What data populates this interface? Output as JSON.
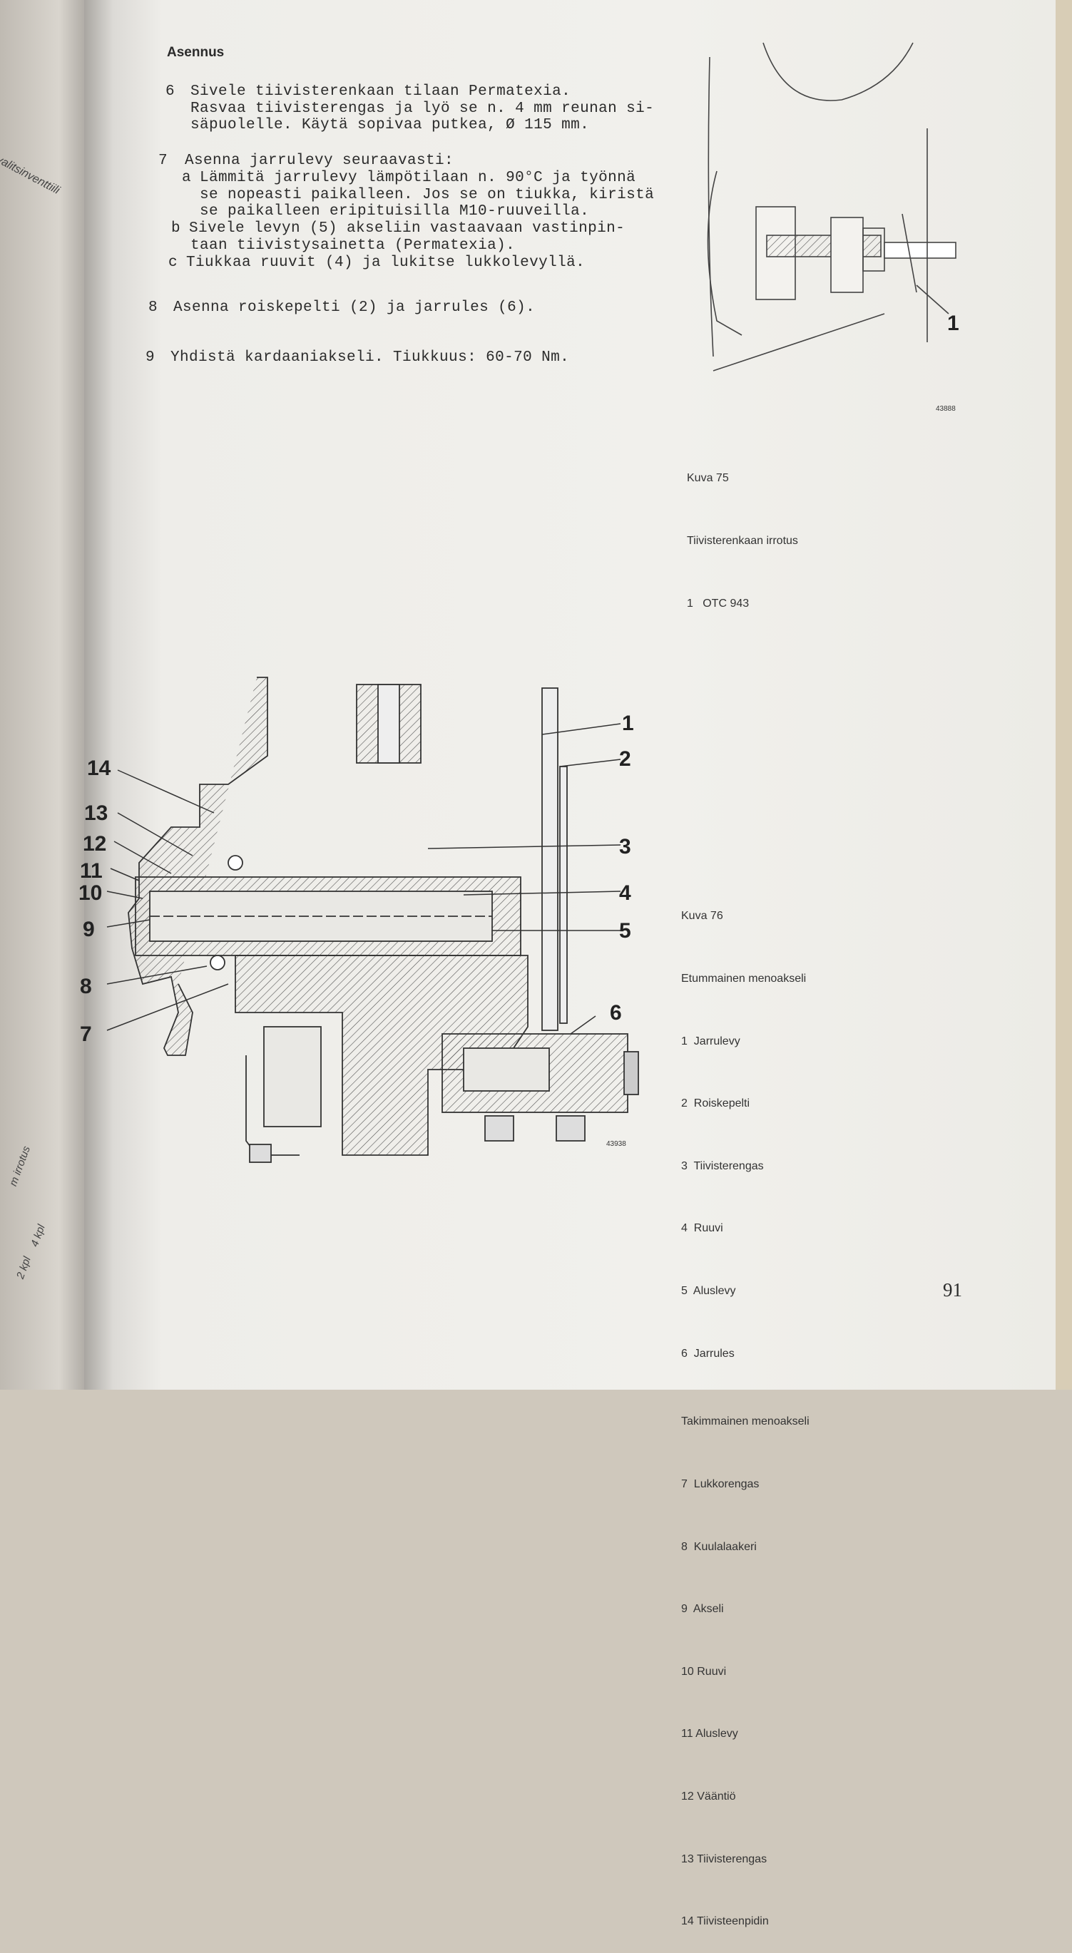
{
  "left_page": {
    "handwriting": [
      "valitsinventtiili",
      "m irrotus",
      "4 kpl",
      "2 kpl"
    ]
  },
  "section_heading": "Asennus",
  "steps": [
    {
      "num": "6",
      "lines": [
        "Sivele tiivisterenkaan tilaan Permatexia.",
        "Rasvaa tiivisterengas ja lyö se n. 4 mm reunan si-",
        "säpuolelle. Käytä sopivaa putkea, Ø 115 mm."
      ]
    },
    {
      "num": "7",
      "lines": [
        "Asenna jarrulevy seuraavasti:"
      ],
      "sub": [
        {
          "letter": "a",
          "lines": [
            "Lämmitä jarrulevy lämpötilaan n. 90°C ja työnnä",
            "se nopeasti paikalleen. Jos se on tiukka, kiristä",
            "se paikalleen eripituisilla M10-ruuveilla."
          ]
        },
        {
          "letter": "b",
          "lines": [
            "Sivele levyn (5) akseliin vastaavaan vastinpin-",
            "taan tiivistysainetta (Permatexia)."
          ]
        },
        {
          "letter": "c",
          "lines": [
            "Tiukkaa ruuvit (4) ja lukitse lukkolevyllä."
          ]
        }
      ]
    },
    {
      "num": "8",
      "lines": [
        "Asenna roiskepelti (2) ja jarrules (6)."
      ]
    },
    {
      "num": "9",
      "lines": [
        "Yhdistä kardaaniakseli. Tiukkuus: 60-70 Nm."
      ]
    }
  ],
  "figure75": {
    "callout": "1",
    "ref": "43888",
    "caption": [
      "Kuva 75",
      "Tiivisterenkaan irrotus",
      "1   OTC 943"
    ]
  },
  "figure76": {
    "ref": "43938",
    "callouts": [
      "1",
      "2",
      "3",
      "4",
      "5",
      "6",
      "7",
      "8",
      "9",
      "10",
      "11",
      "12",
      "13",
      "14"
    ],
    "title": "Kuva 76",
    "front_heading": "Etummainen menoakseli",
    "front_items": [
      "1  Jarrulevy",
      "2  Roiskepelti",
      "3  Tiivisterengas",
      "4  Ruuvi",
      "5  Aluslevy",
      "6  Jarrules"
    ],
    "rear_heading": "Takimmainen menoakseli",
    "rear_items": [
      "7  Lukkorengas",
      "8  Kuulalaakeri",
      "9  Akseli",
      "10 Ruuvi",
      "11 Aluslevy",
      "12 Vääntiö",
      "13 Tiivisterengas",
      "14 Tiivisteenpidin"
    ]
  },
  "page_number": "91"
}
